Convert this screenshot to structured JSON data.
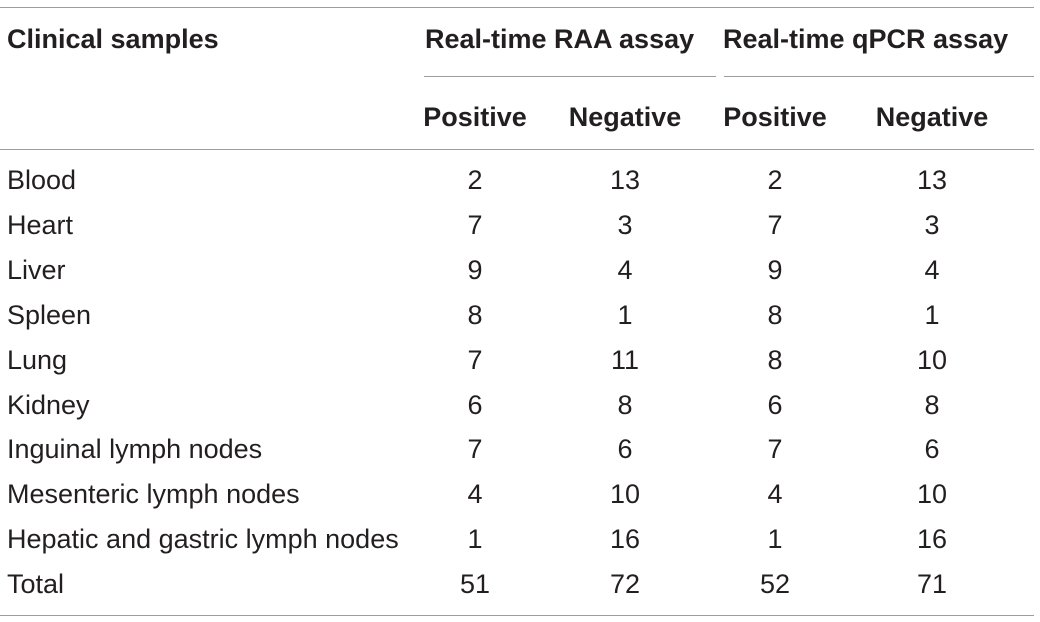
{
  "table": {
    "header": {
      "row_label": "Clinical samples",
      "groups": [
        "Real-time RAA assay",
        "Real-time qPCR assay"
      ],
      "subheaders": [
        "Positive",
        "Negative",
        "Positive",
        "Negative"
      ]
    },
    "rows": [
      {
        "label": "Blood",
        "values": [
          "2",
          "13",
          "2",
          "13"
        ]
      },
      {
        "label": "Heart",
        "values": [
          "7",
          "3",
          "7",
          "3"
        ]
      },
      {
        "label": "Liver",
        "values": [
          "9",
          "4",
          "9",
          "4"
        ]
      },
      {
        "label": "Spleen",
        "values": [
          "8",
          "1",
          "8",
          "1"
        ]
      },
      {
        "label": "Lung",
        "values": [
          "7",
          "11",
          "8",
          "10"
        ]
      },
      {
        "label": "Kidney",
        "values": [
          "6",
          "8",
          "6",
          "8"
        ]
      },
      {
        "label": "Inguinal lymph nodes",
        "values": [
          "7",
          "6",
          "7",
          "6"
        ]
      },
      {
        "label": "Mesenteric lymph nodes",
        "values": [
          "4",
          "10",
          "4",
          "10"
        ]
      },
      {
        "label": "Hepatic and gastric lymph nodes",
        "values": [
          "1",
          "16",
          "1",
          "16"
        ]
      },
      {
        "label": "Total",
        "values": [
          "51",
          "72",
          "52",
          "71"
        ]
      }
    ]
  }
}
